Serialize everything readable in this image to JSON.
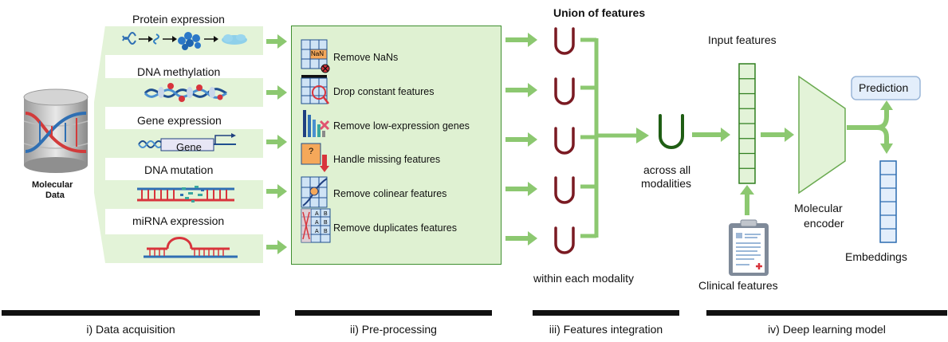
{
  "database": {
    "label_line1": "Molecular",
    "label_line2": "Data"
  },
  "modalities": [
    {
      "label": "Protein expression"
    },
    {
      "label": "DNA methylation"
    },
    {
      "label": "Gene expression",
      "gene_box": "Gene"
    },
    {
      "label": "DNA mutation"
    },
    {
      "label": "miRNA expression"
    }
  ],
  "preprocessing": {
    "nan_tag": "NaN",
    "missing_tag": "?",
    "dup_cells": [
      "A",
      "B"
    ],
    "steps": [
      "Remove NaNs",
      "Drop constant features",
      "Remove low-expression genes",
      "Handle missing features",
      "Remove colinear features",
      "Remove duplicates features"
    ]
  },
  "integration": {
    "title": "Union of features",
    "within": "within each modality",
    "across_line1": "across all",
    "across_line2": "modalities"
  },
  "model": {
    "input_features": "Input features",
    "clinical_features": "Clinical features",
    "encoder_line1": "Molecular",
    "encoder_line2": "encoder",
    "prediction": "Prediction",
    "embeddings": "Embeddings"
  },
  "stages": [
    "i) Data acquisition",
    "ii) Pre-processing",
    "iii) Features integration",
    "iv) Deep learning model"
  ],
  "colors": {
    "green_fill": "#e3f3d8",
    "green_border": "#3f8f2f",
    "arrow_green": "#8cc870",
    "union_red": "#7a1a22",
    "union_green": "#1f5e14",
    "blue": "#2b6cb0"
  }
}
